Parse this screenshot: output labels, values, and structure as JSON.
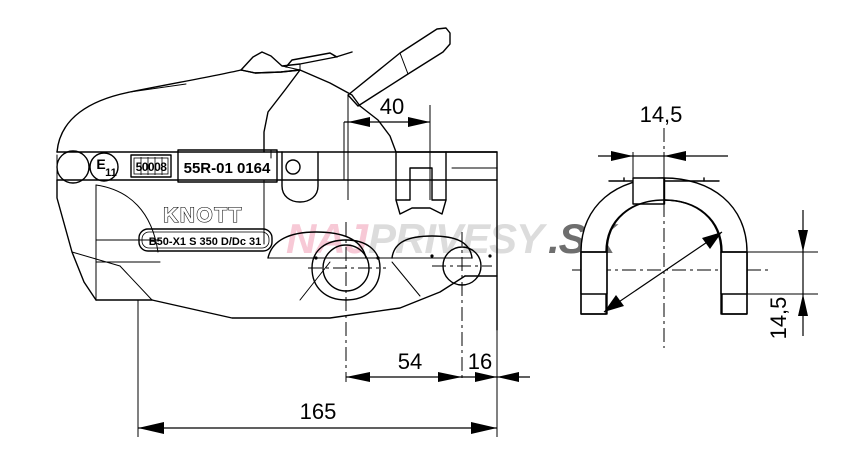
{
  "document": {
    "kind": "technical-drawing",
    "subject": "KNOTT trailer coupling head B50-X1",
    "background_color": "#ffffff",
    "line_color": "#000000"
  },
  "watermark": {
    "parts": [
      {
        "text": "NAJ",
        "color": "#f7c9d6"
      },
      {
        "text": "PRIVESY",
        "color": "#dcdcdc"
      },
      {
        "text": ".SK",
        "color": "#6e6e6e"
      }
    ],
    "full_text": "NAJPRIVESY.SK"
  },
  "labels": {
    "emark": "E",
    "emark_number": "11",
    "approval_box": "50008",
    "approval_code": "55R-01 0164",
    "brand": "KNOTT",
    "type_plate": "B50-X1   S 350    D/Dc 31"
  },
  "dimensions": {
    "top_front": {
      "value": "40",
      "unit": "mm"
    },
    "bottom_mid": {
      "value": "54",
      "unit": "mm"
    },
    "bottom_right": {
      "value": "16",
      "unit": "mm"
    },
    "overall_length": {
      "value": "165",
      "unit": "mm"
    },
    "section_width": {
      "value": "14,5",
      "unit": "mm"
    },
    "section_height": {
      "value": "14,5",
      "unit": "mm"
    }
  },
  "views": [
    {
      "name": "side-view",
      "title": ""
    },
    {
      "name": "section-view",
      "title": ""
    }
  ]
}
